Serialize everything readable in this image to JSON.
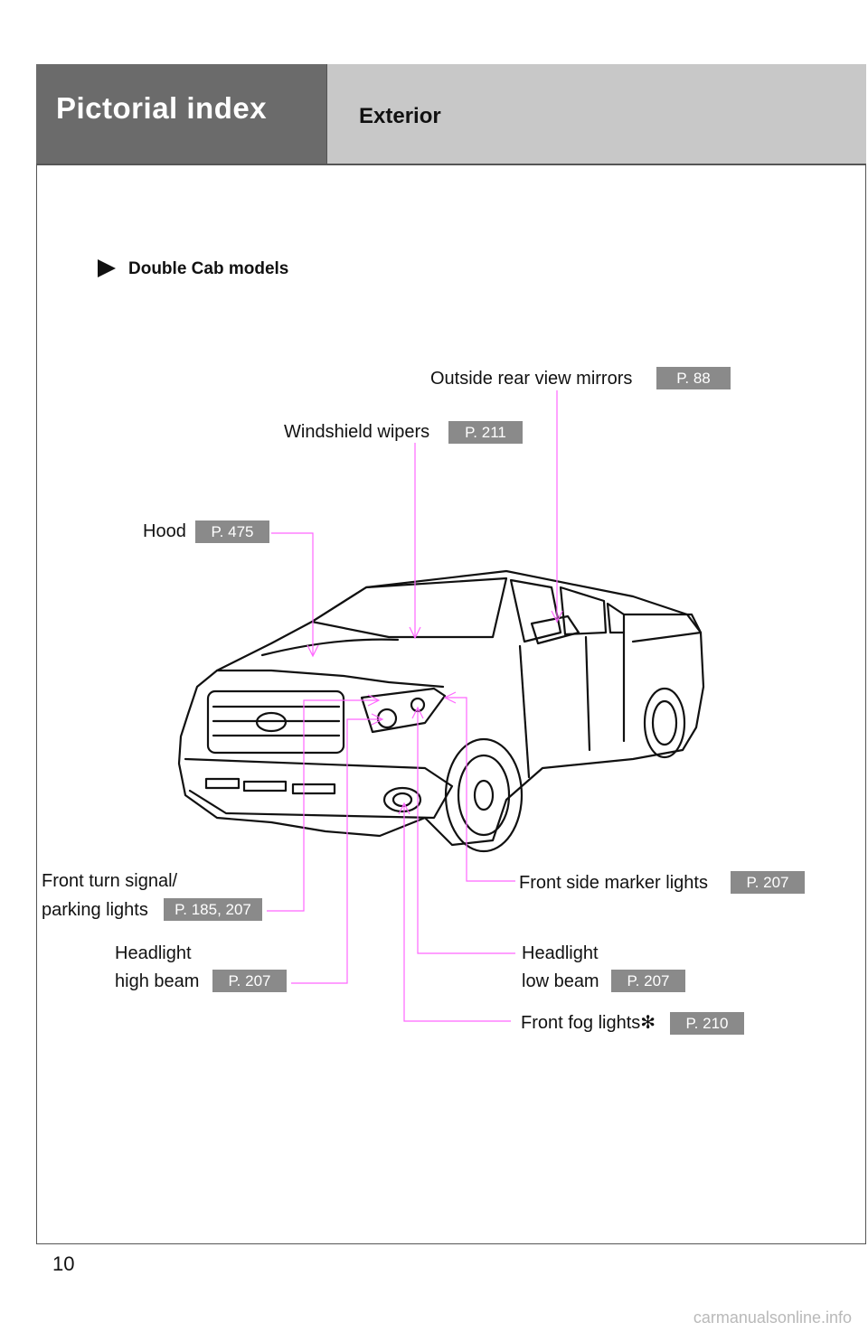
{
  "header": {
    "section_title": "Pictorial index",
    "page_title": "Exterior"
  },
  "subheading": "Double Cab models",
  "callouts": {
    "outside_mirrors": {
      "label": "Outside rear view mirrors",
      "page": "P. 88"
    },
    "wipers": {
      "label": "Windshield wipers",
      "page": "P. 211"
    },
    "hood": {
      "label": "Hood",
      "page": "P. 475"
    },
    "turn_signal": {
      "label_line1": "Front turn signal/",
      "label_line2": "parking lights",
      "page": "P. 185, 207"
    },
    "high_beam": {
      "label_line1": "Headlight",
      "label_line2": "high beam",
      "page": "P. 207"
    },
    "side_marker": {
      "label": "Front side marker lights",
      "page": "P. 207"
    },
    "low_beam": {
      "label_line1": "Headlight",
      "label_line2": "low beam",
      "page": "P. 207"
    },
    "fog": {
      "label": "Front fog lights",
      "asterisk": "✻",
      "page": "P. 210"
    }
  },
  "page_number": "10",
  "watermark": "carmanualsonline.info",
  "colors": {
    "leader_line": "#ff66ff",
    "badge": "#8a8a8a",
    "header_dark": "#6b6b6b",
    "header_light": "#c8c8c8"
  }
}
